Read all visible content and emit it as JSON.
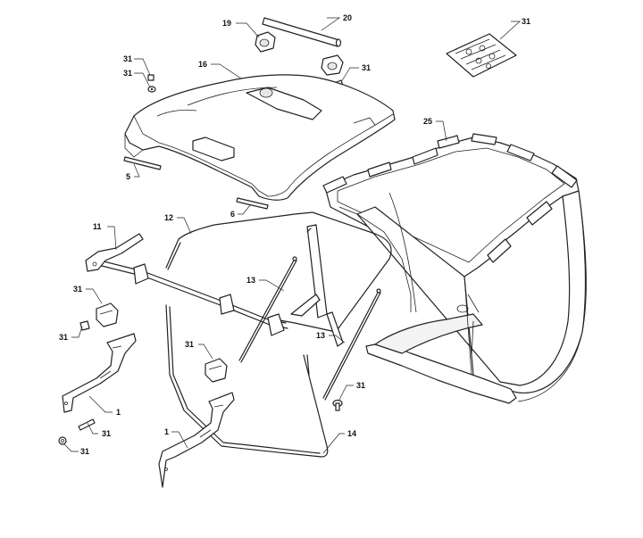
{
  "callouts": [
    {
      "id": "c20",
      "text": "20"
    },
    {
      "id": "c19",
      "text": "19"
    },
    {
      "id": "c31a",
      "text": "31"
    },
    {
      "id": "c31b",
      "text": "31"
    },
    {
      "id": "c31c",
      "text": "31"
    },
    {
      "id": "c16",
      "text": "16"
    },
    {
      "id": "c31d",
      "text": "31"
    },
    {
      "id": "c25",
      "text": "25"
    },
    {
      "id": "c5",
      "text": "5"
    },
    {
      "id": "c6",
      "text": "6"
    },
    {
      "id": "c11",
      "text": "11"
    },
    {
      "id": "c12",
      "text": "12"
    },
    {
      "id": "c31e",
      "text": "31"
    },
    {
      "id": "c13a",
      "text": "13"
    },
    {
      "id": "c31f",
      "text": "31"
    },
    {
      "id": "c31g",
      "text": "31"
    },
    {
      "id": "c13b",
      "text": "13"
    },
    {
      "id": "c31h",
      "text": "31"
    },
    {
      "id": "c1a",
      "text": "1"
    },
    {
      "id": "c31i",
      "text": "31"
    },
    {
      "id": "c31j",
      "text": "31"
    },
    {
      "id": "c1b",
      "text": "1"
    },
    {
      "id": "c14",
      "text": "14"
    }
  ]
}
